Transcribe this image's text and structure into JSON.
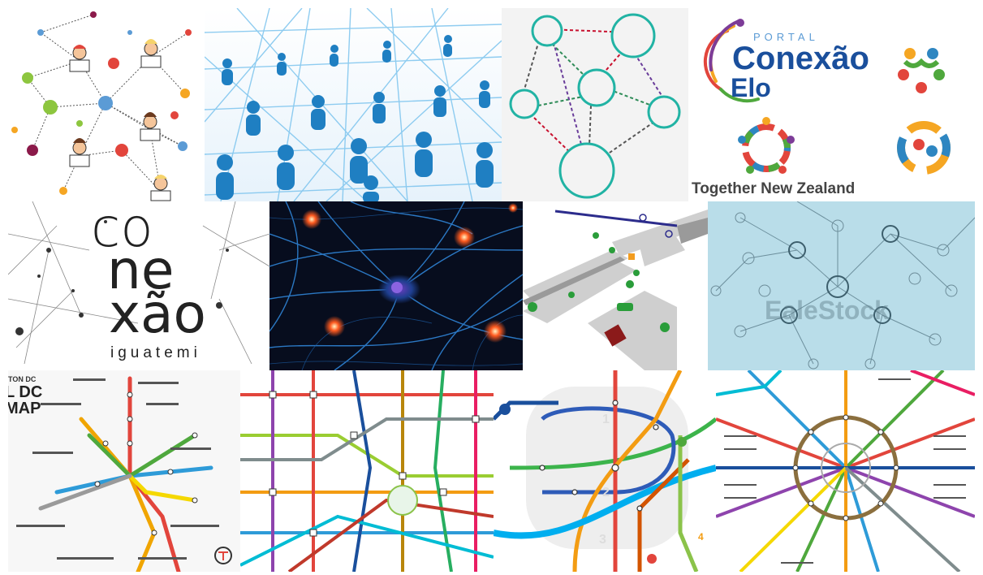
{
  "grid": {
    "tiles": [
      {
        "id": "people-network"
      },
      {
        "id": "blue-figures-network"
      },
      {
        "id": "circle-graph"
      },
      {
        "id": "conexao-elo"
      },
      {
        "id": "conexao-iguatemi"
      },
      {
        "id": "neurons"
      },
      {
        "id": "station-map"
      },
      {
        "id": "people-icon-network"
      },
      {
        "id": "dc-metro-map"
      },
      {
        "id": "tokyo-metro-map"
      },
      {
        "id": "seoul-metro-map"
      },
      {
        "id": "moscow-metro-map"
      }
    ]
  },
  "conexao_elo": {
    "portal": "PORTAL",
    "line1": "Conexão",
    "line2": "Elo",
    "caption": "Together New Zealand"
  },
  "iguatemi": {
    "syllable1": "co",
    "syllable2": "ne",
    "syllable3": "xão",
    "brand": "iguatemi"
  },
  "watermark": {
    "text": "EaleStock"
  },
  "dc_map": {
    "header_small": "TON DC",
    "header_big1": "L DC",
    "header_big2": "MAP"
  },
  "seoul_map": {
    "line_numbers": [
      "1",
      "2",
      "3",
      "4"
    ]
  },
  "colors": {
    "teal": "#21b3a4",
    "blue_net": "#2e86c1",
    "neuron_bg": "#070d1e",
    "elo_blue": "#1a4f9c",
    "elo_green": "#4fa83d",
    "ice_bg": "#b9dde9"
  }
}
